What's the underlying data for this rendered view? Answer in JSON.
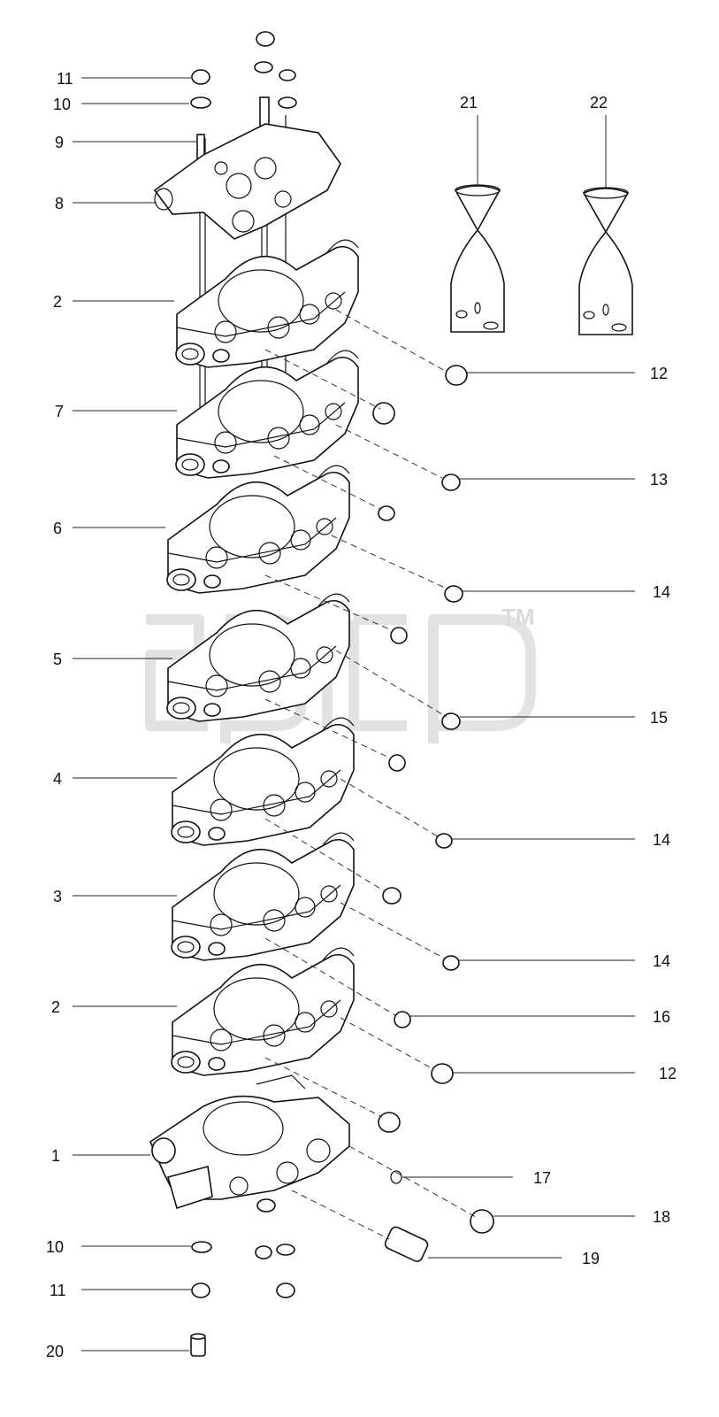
{
  "labels_left": [
    {
      "id": "l11a",
      "text": "11"
    },
    {
      "id": "l10a",
      "text": "10"
    },
    {
      "id": "l9",
      "text": "9"
    },
    {
      "id": "l8",
      "text": "8"
    },
    {
      "id": "l2a",
      "text": "2"
    },
    {
      "id": "l7",
      "text": "7"
    },
    {
      "id": "l6",
      "text": "6"
    },
    {
      "id": "l5",
      "text": "5"
    },
    {
      "id": "l4",
      "text": "4"
    },
    {
      "id": "l3",
      "text": "3"
    },
    {
      "id": "l2b",
      "text": "2"
    },
    {
      "id": "l1",
      "text": "1"
    },
    {
      "id": "l10b",
      "text": "10"
    },
    {
      "id": "l11b",
      "text": "11"
    },
    {
      "id": "l20",
      "text": "20"
    }
  ],
  "labels_right": [
    {
      "id": "r12a",
      "text": "12"
    },
    {
      "id": "r13",
      "text": "13"
    },
    {
      "id": "r14a",
      "text": "14"
    },
    {
      "id": "r15",
      "text": "15"
    },
    {
      "id": "r14b",
      "text": "14"
    },
    {
      "id": "r14c",
      "text": "14"
    },
    {
      "id": "r16",
      "text": "16"
    },
    {
      "id": "r12b",
      "text": "12"
    },
    {
      "id": "r17",
      "text": "17"
    },
    {
      "id": "r18",
      "text": "18"
    },
    {
      "id": "r19",
      "text": "19"
    }
  ],
  "labels_top": [
    {
      "id": "t21",
      "text": "21"
    },
    {
      "id": "t22",
      "text": "22"
    }
  ],
  "watermark": {
    "letters": "spicp",
    "tm": "TM"
  }
}
